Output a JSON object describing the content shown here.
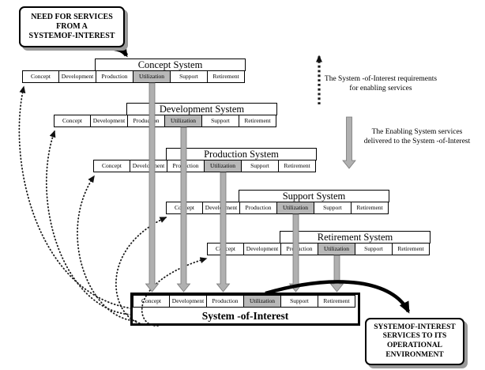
{
  "stages": [
    "Concept",
    "Development",
    "Production",
    "Utilization",
    "Support",
    "Retirement"
  ],
  "highlighted_stage": "Utilization",
  "systems": [
    {
      "title": "Concept System"
    },
    {
      "title": "Development System"
    },
    {
      "title": "Production System"
    },
    {
      "title": "Support System"
    },
    {
      "title": "Retirement System"
    }
  ],
  "soi": {
    "title": "System -of-Interest"
  },
  "callout_need": {
    "lines": [
      "NEED FOR SERVICES",
      "FROM A",
      "SYSTEMOF-INTEREST"
    ]
  },
  "callout_services": {
    "lines": [
      "SYSTEMOF-INTEREST",
      "SERVICES TO ITS",
      "OPERATIONAL",
      "ENVIRONMENT"
    ]
  },
  "legend": {
    "requirements": {
      "lines": [
        "The System  -of-Interest requirements",
        "for enabling services"
      ]
    },
    "services": {
      "lines": [
        "The Enabling System services",
        "delivered to the System  -of-Interest"
      ]
    }
  },
  "colors": {
    "highlight": "#b8b8b8",
    "arrow-gray": "#b0b0b0",
    "shadow": "#999999"
  }
}
